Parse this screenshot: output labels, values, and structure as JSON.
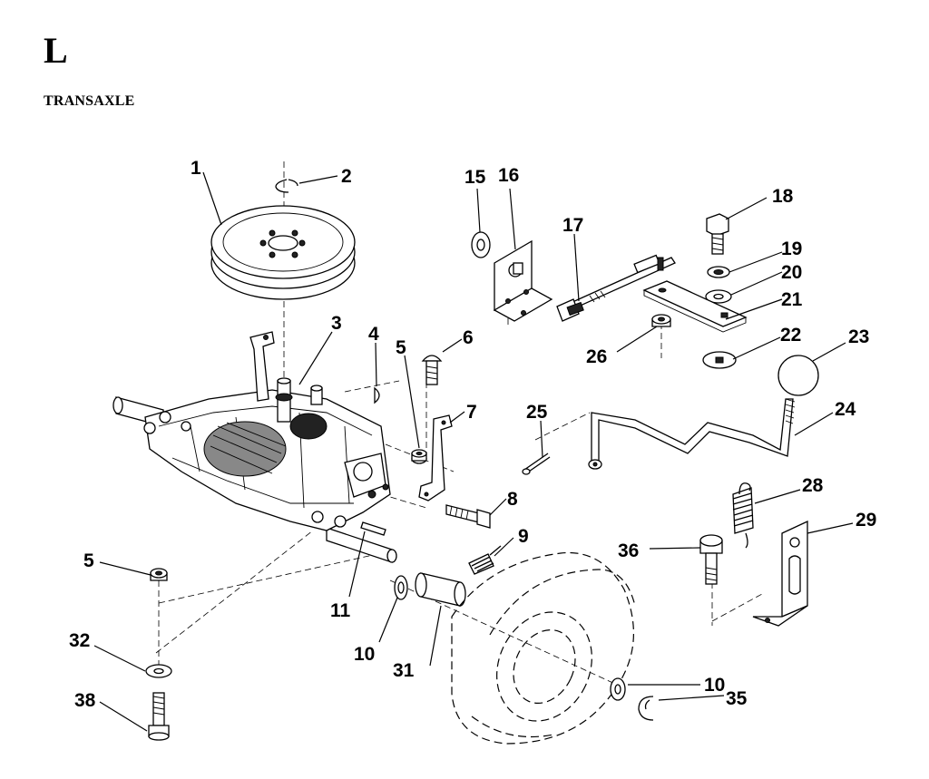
{
  "page": {
    "section_letter": "L",
    "section_title": "TRANSAXLE"
  },
  "callouts": [
    {
      "id": "c1",
      "label": "1"
    },
    {
      "id": "c2",
      "label": "2"
    },
    {
      "id": "c3",
      "label": "3"
    },
    {
      "id": "c4",
      "label": "4"
    },
    {
      "id": "c5a",
      "label": "5"
    },
    {
      "id": "c5b",
      "label": "5"
    },
    {
      "id": "c6",
      "label": "6"
    },
    {
      "id": "c7",
      "label": "7"
    },
    {
      "id": "c8",
      "label": "8"
    },
    {
      "id": "c9",
      "label": "9"
    },
    {
      "id": "c10a",
      "label": "10"
    },
    {
      "id": "c10b",
      "label": "10"
    },
    {
      "id": "c11",
      "label": "11"
    },
    {
      "id": "c15",
      "label": "15"
    },
    {
      "id": "c16",
      "label": "16"
    },
    {
      "id": "c17",
      "label": "17"
    },
    {
      "id": "c18",
      "label": "18"
    },
    {
      "id": "c19",
      "label": "19"
    },
    {
      "id": "c20",
      "label": "20"
    },
    {
      "id": "c21",
      "label": "21"
    },
    {
      "id": "c22",
      "label": "22"
    },
    {
      "id": "c23",
      "label": "23"
    },
    {
      "id": "c24",
      "label": "24"
    },
    {
      "id": "c25",
      "label": "25"
    },
    {
      "id": "c26",
      "label": "26"
    },
    {
      "id": "c28",
      "label": "28"
    },
    {
      "id": "c29",
      "label": "29"
    },
    {
      "id": "c31",
      "label": "31"
    },
    {
      "id": "c32",
      "label": "32"
    },
    {
      "id": "c35",
      "label": "35"
    },
    {
      "id": "c36",
      "label": "36"
    },
    {
      "id": "c38",
      "label": "38"
    }
  ]
}
